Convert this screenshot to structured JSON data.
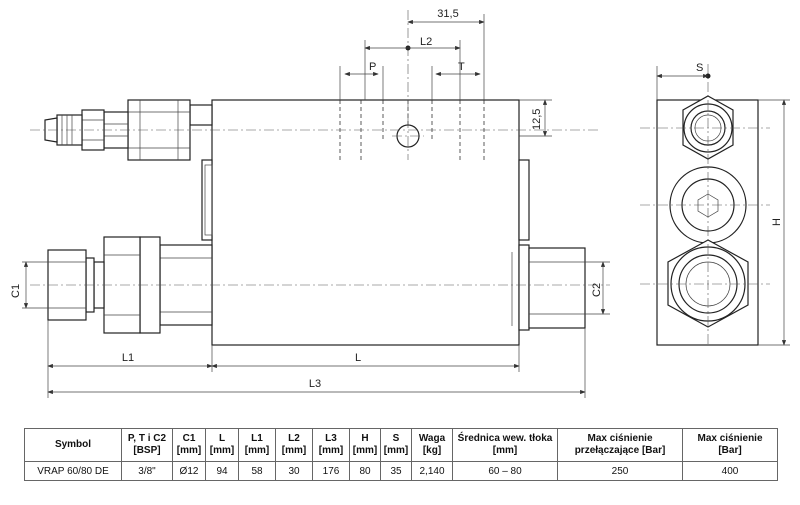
{
  "labels": {
    "dim_31_5": "31,5",
    "l2": "L2",
    "p": "P",
    "t": "T",
    "dim_12_5": "12,5",
    "c1": "C1",
    "c2": "C2",
    "l1": "L1",
    "l": "L",
    "l3": "L3",
    "s": "S",
    "h": "H"
  },
  "table": {
    "headers": [
      {
        "line1": "Symbol",
        "line2": ""
      },
      {
        "line1": "P, T i C2",
        "line2": "[BSP]"
      },
      {
        "line1": "C1",
        "line2": "[mm]"
      },
      {
        "line1": "L",
        "line2": "[mm]"
      },
      {
        "line1": "L1",
        "line2": "[mm]"
      },
      {
        "line1": "L2",
        "line2": "[mm]"
      },
      {
        "line1": "L3",
        "line2": "[mm]"
      },
      {
        "line1": "H",
        "line2": "[mm]"
      },
      {
        "line1": "S",
        "line2": "[mm]"
      },
      {
        "line1": "Waga",
        "line2": "[kg]"
      },
      {
        "line1": "Średnica wew. tłoka",
        "line2": "[mm]"
      },
      {
        "line1": "Max ciśnienie",
        "line2": "przełączające [Bar]"
      },
      {
        "line1": "Max ciśnienie",
        "line2": "[Bar]"
      }
    ],
    "rows": [
      [
        "VRAP 60/80 DE",
        "3/8\"",
        "Ø12",
        "94",
        "58",
        "30",
        "176",
        "80",
        "35",
        "2,140",
        "60 – 80",
        "250",
        "400"
      ]
    ]
  }
}
